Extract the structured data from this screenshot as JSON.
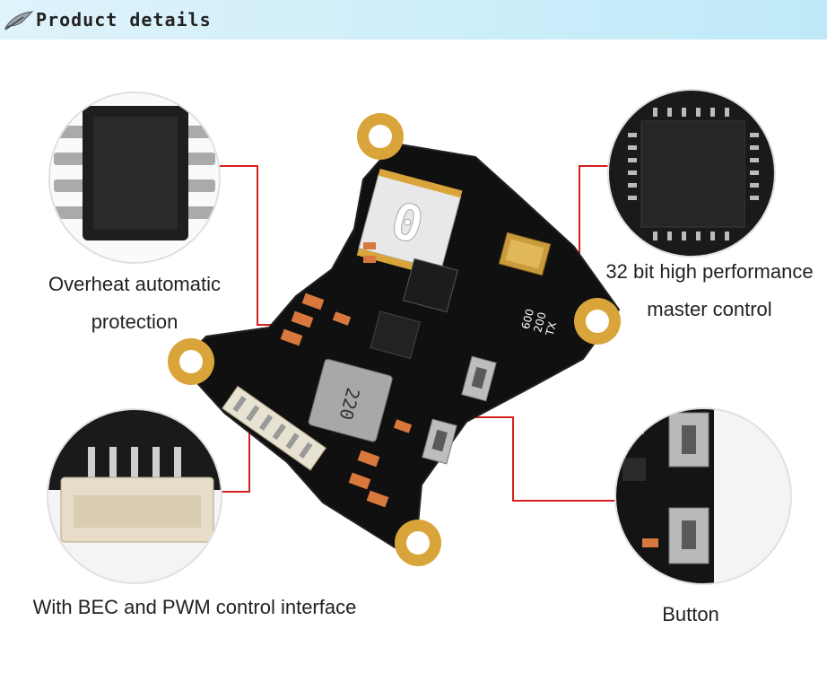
{
  "header": {
    "title": "Product details"
  },
  "labels": {
    "overheat_line1": "Overheat automatic",
    "overheat_line2": "protection",
    "mcu_line1": "32 bit high performance",
    "mcu_line2": "master control",
    "bec": "With BEC and PWM  control  interface",
    "button": "Button"
  },
  "board": {
    "display_digit": "0",
    "inductor_marking": "220",
    "silk_line1": "600",
    "silk_line2": "200",
    "silk_line3": "TX"
  },
  "colors": {
    "leader_line": "#d62020",
    "pcb": "#101010",
    "pad_gold": "#d9a53a",
    "smd_orange": "#d9783c"
  }
}
